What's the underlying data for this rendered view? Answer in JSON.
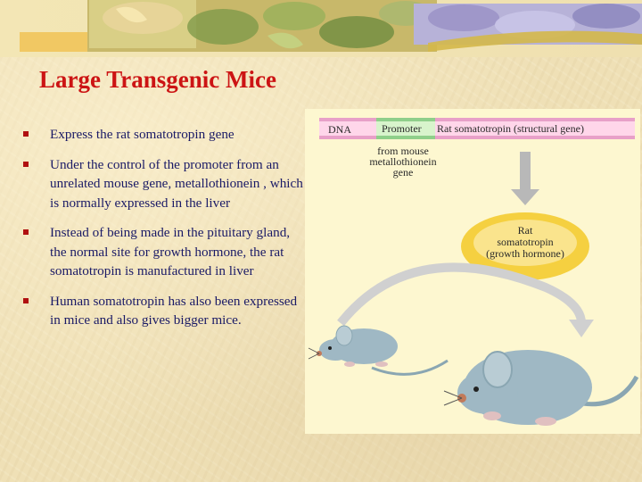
{
  "slide": {
    "title": "Large Transgenic Mice",
    "bullets": [
      "Express the rat somatotropin gene",
      "Under the control of the promoter from an unrelated mouse gene, metallothionein , which is normally expressed in the liver",
      "Instead of being made in the pituitary gland, the normal site for growth hormone, the rat somatotropin is manufactured in liver",
      "Human somatotropin has also been expressed in mice and also gives bigger mice."
    ]
  },
  "figure": {
    "dna_label": "DNA",
    "promoter_label": "Promoter",
    "gene_label": "Rat somatotropin (structural gene)",
    "promoter_note": [
      "from mouse",
      "metallothionein",
      "gene"
    ],
    "product_label": [
      "Rat",
      "somatotropin",
      "(growth hormone)"
    ]
  },
  "colors": {
    "title": "#cc1414",
    "bullet_text": "#1a1a66",
    "bullet_marker": "#b01010",
    "dna_bar": "#e8a0c8",
    "promoter_bar": "#8fcf8a",
    "hormone_ellipse": "#f5d040",
    "arrow_gray": "#b8b8b8",
    "mouse_body": "#9fb8c4"
  }
}
